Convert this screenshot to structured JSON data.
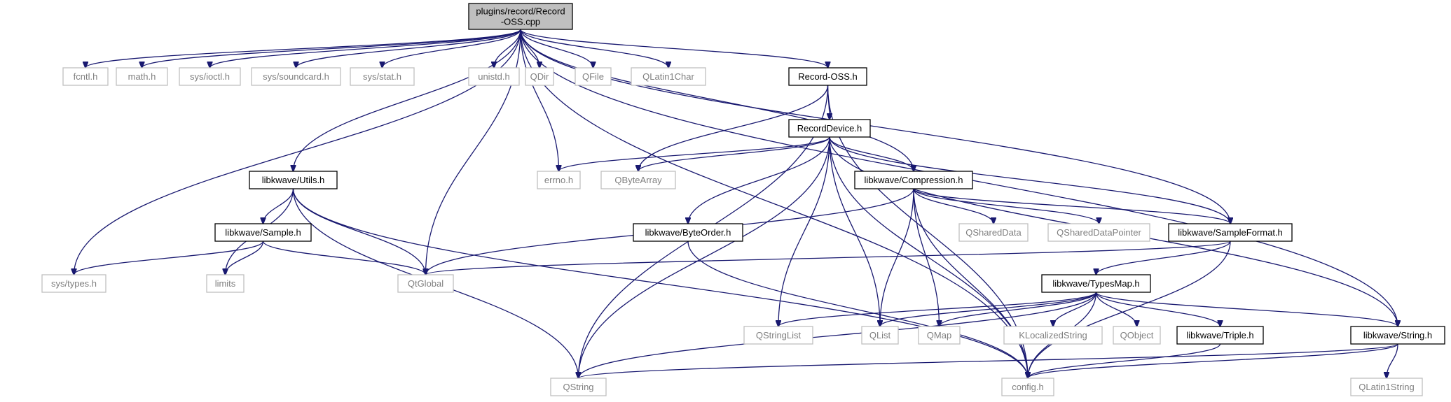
{
  "diagram": {
    "type": "include-dependency-graph",
    "colors": {
      "edge": "#191970",
      "root_fill": "#bfbfbf",
      "root_border": "#000000",
      "documented_border": "#000000",
      "external_border": "#bfbfbf",
      "external_text": "#7f7f7f",
      "text": "#000000"
    },
    "nodes": [
      {
        "id": "root",
        "label_lines": [
          "plugins/record/Record",
          "-OSS.cpp"
        ],
        "kind": "root"
      },
      {
        "id": "fcntl",
        "label_lines": [
          "fcntl.h"
        ],
        "kind": "external"
      },
      {
        "id": "math",
        "label_lines": [
          "math.h"
        ],
        "kind": "external"
      },
      {
        "id": "ioctl",
        "label_lines": [
          "sys/ioctl.h"
        ],
        "kind": "external"
      },
      {
        "id": "soundcard",
        "label_lines": [
          "sys/soundcard.h"
        ],
        "kind": "external"
      },
      {
        "id": "stat",
        "label_lines": [
          "sys/stat.h"
        ],
        "kind": "external"
      },
      {
        "id": "unistd",
        "label_lines": [
          "unistd.h"
        ],
        "kind": "external"
      },
      {
        "id": "qdir",
        "label_lines": [
          "QDir"
        ],
        "kind": "external"
      },
      {
        "id": "qfile",
        "label_lines": [
          "QFile"
        ],
        "kind": "external"
      },
      {
        "id": "qlatin1char",
        "label_lines": [
          "QLatin1Char"
        ],
        "kind": "external"
      },
      {
        "id": "recordoss",
        "label_lines": [
          "Record-OSS.h"
        ],
        "kind": "documented"
      },
      {
        "id": "recorddevice",
        "label_lines": [
          "RecordDevice.h"
        ],
        "kind": "documented"
      },
      {
        "id": "utils",
        "label_lines": [
          "libkwave/Utils.h"
        ],
        "kind": "documented"
      },
      {
        "id": "errno",
        "label_lines": [
          "errno.h"
        ],
        "kind": "external"
      },
      {
        "id": "qbytearray",
        "label_lines": [
          "QByteArray"
        ],
        "kind": "external"
      },
      {
        "id": "compression",
        "label_lines": [
          "libkwave/Compression.h"
        ],
        "kind": "documented"
      },
      {
        "id": "sample",
        "label_lines": [
          "libkwave/Sample.h"
        ],
        "kind": "documented"
      },
      {
        "id": "byteorder",
        "label_lines": [
          "libkwave/ByteOrder.h"
        ],
        "kind": "documented"
      },
      {
        "id": "qshareddata",
        "label_lines": [
          "QSharedData"
        ],
        "kind": "external"
      },
      {
        "id": "qshareddatapointer",
        "label_lines": [
          "QSharedDataPointer"
        ],
        "kind": "external"
      },
      {
        "id": "sampleformat",
        "label_lines": [
          "libkwave/SampleFormat.h"
        ],
        "kind": "documented"
      },
      {
        "id": "systypes",
        "label_lines": [
          "sys/types.h"
        ],
        "kind": "external"
      },
      {
        "id": "limits",
        "label_lines": [
          "limits"
        ],
        "kind": "external"
      },
      {
        "id": "qtglobal",
        "label_lines": [
          "QtGlobal"
        ],
        "kind": "external"
      },
      {
        "id": "typesmap",
        "label_lines": [
          "libkwave/TypesMap.h"
        ],
        "kind": "documented"
      },
      {
        "id": "qstringlist",
        "label_lines": [
          "QStringList"
        ],
        "kind": "external"
      },
      {
        "id": "qlist",
        "label_lines": [
          "QList"
        ],
        "kind": "external"
      },
      {
        "id": "qmap",
        "label_lines": [
          "QMap"
        ],
        "kind": "external"
      },
      {
        "id": "klocalizedstring",
        "label_lines": [
          "KLocalizedString"
        ],
        "kind": "external"
      },
      {
        "id": "qobject",
        "label_lines": [
          "QObject"
        ],
        "kind": "external"
      },
      {
        "id": "triple",
        "label_lines": [
          "libkwave/Triple.h"
        ],
        "kind": "documented"
      },
      {
        "id": "string",
        "label_lines": [
          "libkwave/String.h"
        ],
        "kind": "documented"
      },
      {
        "id": "qstring",
        "label_lines": [
          "QString"
        ],
        "kind": "external"
      },
      {
        "id": "config",
        "label_lines": [
          "config.h"
        ],
        "kind": "external"
      },
      {
        "id": "qlatin1string",
        "label_lines": [
          "QLatin1String"
        ],
        "kind": "external"
      }
    ],
    "edges": [
      {
        "from": "root",
        "to": "fcntl"
      },
      {
        "from": "root",
        "to": "math"
      },
      {
        "from": "root",
        "to": "ioctl"
      },
      {
        "from": "root",
        "to": "soundcard"
      },
      {
        "from": "root",
        "to": "stat"
      },
      {
        "from": "root",
        "to": "unistd"
      },
      {
        "from": "root",
        "to": "qdir"
      },
      {
        "from": "root",
        "to": "qfile"
      },
      {
        "from": "root",
        "to": "qlatin1char"
      },
      {
        "from": "root",
        "to": "recordoss"
      },
      {
        "from": "root",
        "to": "utils"
      },
      {
        "from": "root",
        "to": "systypes"
      },
      {
        "from": "root",
        "to": "qtglobal"
      },
      {
        "from": "root",
        "to": "errno"
      },
      {
        "from": "root",
        "to": "compression"
      },
      {
        "from": "root",
        "to": "sampleformat"
      },
      {
        "from": "root",
        "to": "string"
      },
      {
        "from": "root",
        "to": "config"
      },
      {
        "from": "recordoss",
        "to": "recorddevice"
      },
      {
        "from": "recordoss",
        "to": "qbytearray"
      },
      {
        "from": "recordoss",
        "to": "qstring"
      },
      {
        "from": "recordoss",
        "to": "config"
      },
      {
        "from": "recorddevice",
        "to": "errno"
      },
      {
        "from": "recorddevice",
        "to": "qbytearray"
      },
      {
        "from": "recorddevice",
        "to": "compression"
      },
      {
        "from": "recorddevice",
        "to": "byteorder"
      },
      {
        "from": "recorddevice",
        "to": "sampleformat"
      },
      {
        "from": "recorddevice",
        "to": "string"
      },
      {
        "from": "recorddevice",
        "to": "qstringlist"
      },
      {
        "from": "recorddevice",
        "to": "qlist"
      },
      {
        "from": "recorddevice",
        "to": "qstring"
      },
      {
        "from": "recorddevice",
        "to": "config"
      },
      {
        "from": "utils",
        "to": "sample"
      },
      {
        "from": "utils",
        "to": "limits"
      },
      {
        "from": "utils",
        "to": "qtglobal"
      },
      {
        "from": "utils",
        "to": "qstring"
      },
      {
        "from": "utils",
        "to": "config"
      },
      {
        "from": "sample",
        "to": "systypes"
      },
      {
        "from": "sample",
        "to": "limits"
      },
      {
        "from": "sample",
        "to": "qtglobal"
      },
      {
        "from": "compression",
        "to": "qtglobal"
      },
      {
        "from": "compression",
        "to": "qshareddata"
      },
      {
        "from": "compression",
        "to": "qshareddatapointer"
      },
      {
        "from": "compression",
        "to": "sampleformat"
      },
      {
        "from": "compression",
        "to": "qlist"
      },
      {
        "from": "compression",
        "to": "qmap"
      },
      {
        "from": "compression",
        "to": "config"
      },
      {
        "from": "byteorder",
        "to": "config"
      },
      {
        "from": "sampleformat",
        "to": "qtglobal"
      },
      {
        "from": "sampleformat",
        "to": "typesmap"
      },
      {
        "from": "sampleformat",
        "to": "config"
      },
      {
        "from": "typesmap",
        "to": "qstringlist"
      },
      {
        "from": "typesmap",
        "to": "qlist"
      },
      {
        "from": "typesmap",
        "to": "qmap"
      },
      {
        "from": "typesmap",
        "to": "klocalizedstring"
      },
      {
        "from": "typesmap",
        "to": "qobject"
      },
      {
        "from": "typesmap",
        "to": "triple"
      },
      {
        "from": "typesmap",
        "to": "string"
      },
      {
        "from": "typesmap",
        "to": "qstring"
      },
      {
        "from": "typesmap",
        "to": "config"
      },
      {
        "from": "triple",
        "to": "config"
      },
      {
        "from": "string",
        "to": "qstring"
      },
      {
        "from": "string",
        "to": "config"
      },
      {
        "from": "string",
        "to": "qlatin1string"
      }
    ]
  }
}
